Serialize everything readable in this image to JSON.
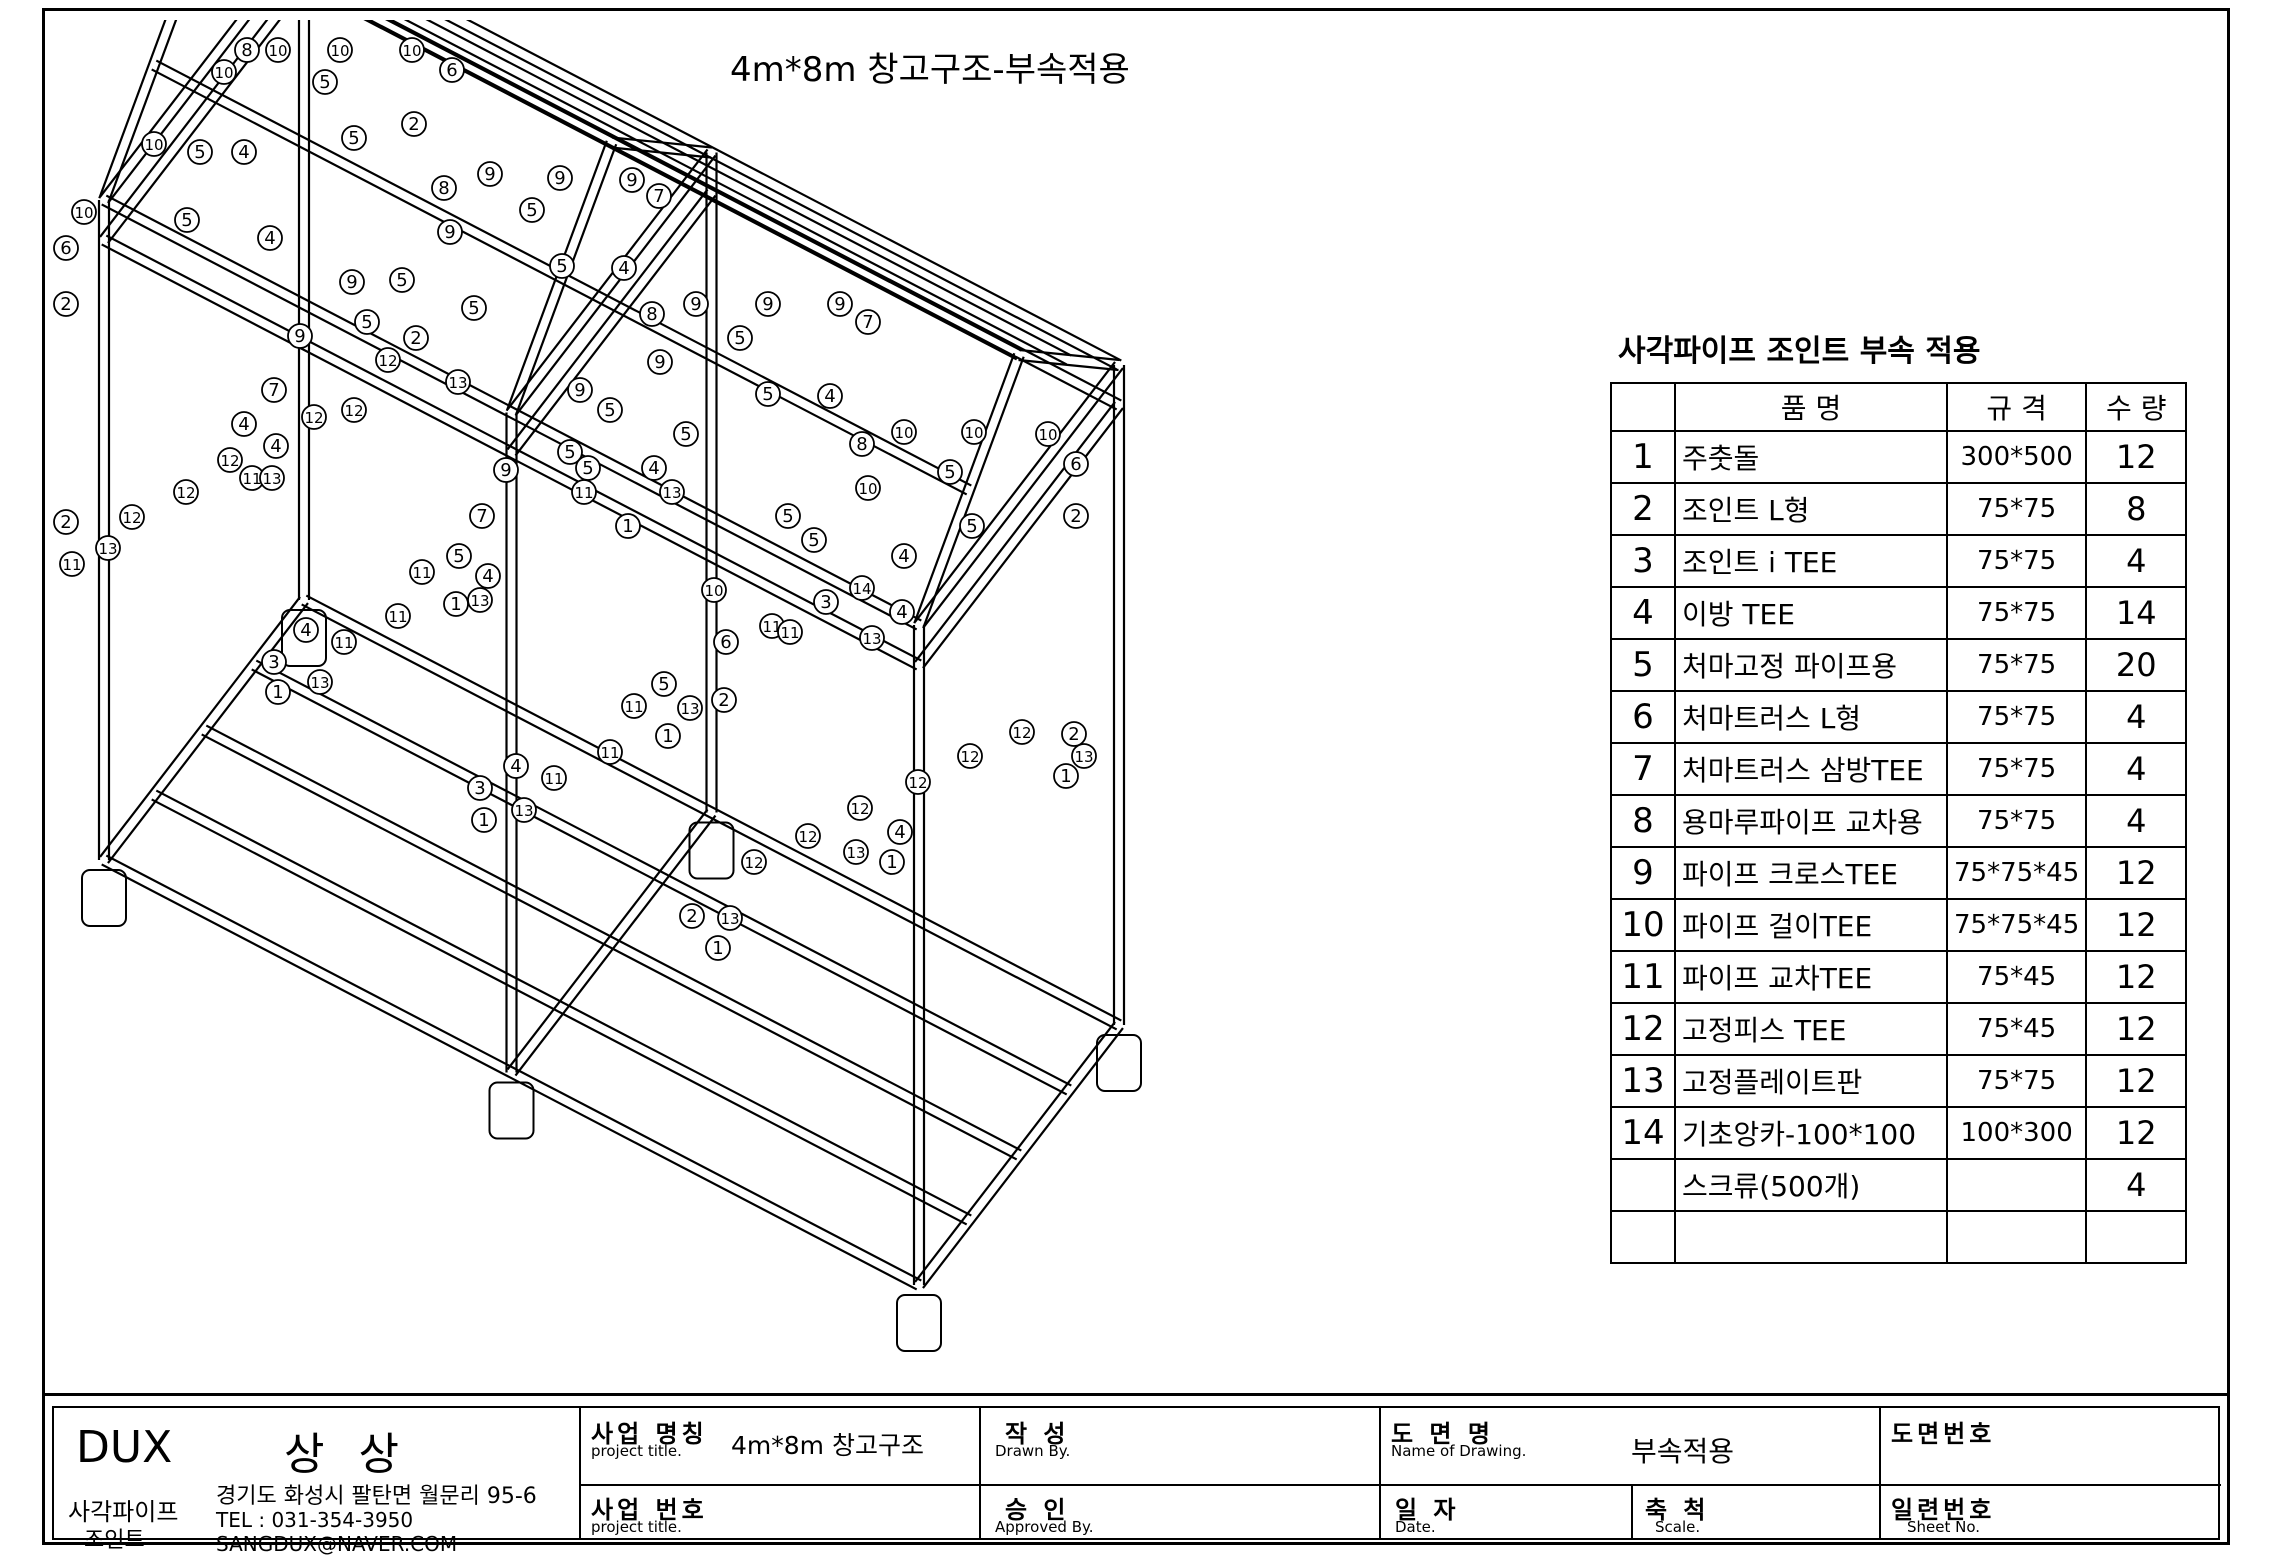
{
  "drawing_title": "4m*8m 창고구조-부속적용",
  "table": {
    "title": "사각파이프 조인트 부속 적용",
    "headers": {
      "name": "품    명",
      "spec": "규  격",
      "qty": "수 량"
    },
    "rows": [
      {
        "no": "1",
        "name": "주춧돌",
        "spec": "300*500",
        "qty": "12"
      },
      {
        "no": "2",
        "name": "조인트 L형",
        "spec": "75*75",
        "qty": "8"
      },
      {
        "no": "3",
        "name": "조인트 i TEE",
        "spec": "75*75",
        "qty": "4"
      },
      {
        "no": "4",
        "name": "이방 TEE",
        "spec": "75*75",
        "qty": "14"
      },
      {
        "no": "5",
        "name": "처마고정 파이프용",
        "spec": "75*75",
        "qty": "20"
      },
      {
        "no": "6",
        "name": "처마트러스 L형",
        "spec": "75*75",
        "qty": "4"
      },
      {
        "no": "7",
        "name": "처마트러스 삼방TEE",
        "spec": "75*75",
        "qty": "4"
      },
      {
        "no": "8",
        "name": "용마루파이프 교차용",
        "spec": "75*75",
        "qty": "4"
      },
      {
        "no": "9",
        "name": "파이프 크로스TEE",
        "spec": "75*75*45",
        "qty": "12"
      },
      {
        "no": "10",
        "name": "파이프 걸이TEE",
        "spec": "75*75*45",
        "qty": "12"
      },
      {
        "no": "11",
        "name": "파이프 교차TEE",
        "spec": "75*45",
        "qty": "12"
      },
      {
        "no": "12",
        "name": "고정피스 TEE",
        "spec": "75*45",
        "qty": "12"
      },
      {
        "no": "13",
        "name": "고정플레이트판",
        "spec": "75*75",
        "qty": "12"
      },
      {
        "no": "14",
        "name": "기초앙카-100*100",
        "spec": "100*300",
        "qty": "12"
      },
      {
        "no": "",
        "name": "스크류(500개)",
        "spec": "",
        "qty": "4"
      },
      {
        "no": "",
        "name": "",
        "spec": "",
        "qty": ""
      }
    ]
  },
  "title_block": {
    "company": "DUX",
    "company_sub": "상 상",
    "brand_line1": "사각파이프",
    "brand_line2": "조인트",
    "address": "경기도 화성시 팔탄면 월문리 95-6",
    "tel": "TEL : 031-354-3950",
    "email": "SANGDUX@NAVER.COM",
    "project_name_k": "사업 명칭",
    "project_name_e": "project title.",
    "project_name_value": "4m*8m 창고구조",
    "project_no_k": "사업 번호",
    "project_no_e": "project title.",
    "drawn_k": "작  성",
    "drawn_e": "Drawn By.",
    "approved_k": "승  인",
    "approved_e": "Approved By.",
    "drawing_name_k": "도 면 명",
    "drawing_name_e": "Name of Drawing.",
    "drawing_name_value": "부속적용",
    "date_k": "일 자",
    "date_e": "Date.",
    "scale_k": "축 척",
    "scale_e": "Scale.",
    "drawing_no_k": "도면번호",
    "sheet_no_k": "일련번호",
    "sheet_no_e": "Sheet No."
  }
}
